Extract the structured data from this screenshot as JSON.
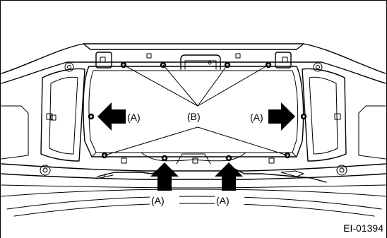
{
  "figure": {
    "code": "EI-01394",
    "labels": {
      "a": "(A)",
      "b": "(B)"
    }
  }
}
